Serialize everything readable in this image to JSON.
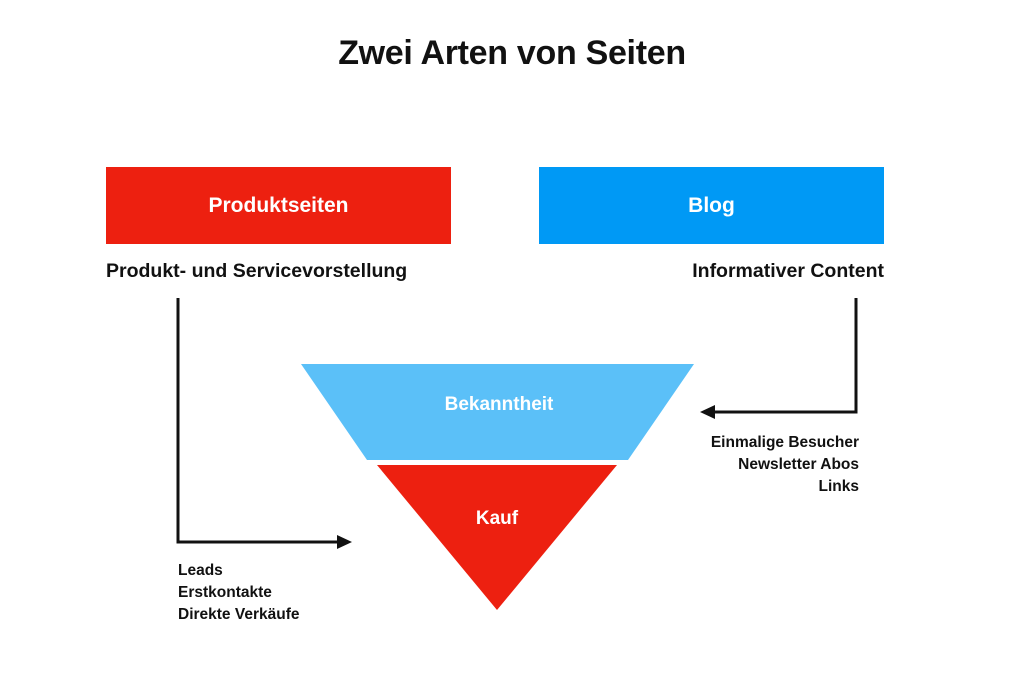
{
  "title": "Zwei Arten von Seiten",
  "colors": {
    "red": "#ED2010",
    "blue": "#0099F5",
    "light_blue": "#5BC0F8",
    "arrow": "#111111"
  },
  "left": {
    "box_label": "Produktseiten",
    "subtitle": "Produkt- und Servicevorstellung",
    "items": [
      "Leads",
      "Erstkontakte",
      "Direkte Verkäufe"
    ]
  },
  "right": {
    "box_label": "Blog",
    "subtitle": "Informativer Content",
    "items": [
      "Einmalige Besucher",
      "Newsletter Abos",
      "Links"
    ]
  },
  "funnel": {
    "top_label": "Bekanntheit",
    "bottom_label": "Kauf"
  }
}
